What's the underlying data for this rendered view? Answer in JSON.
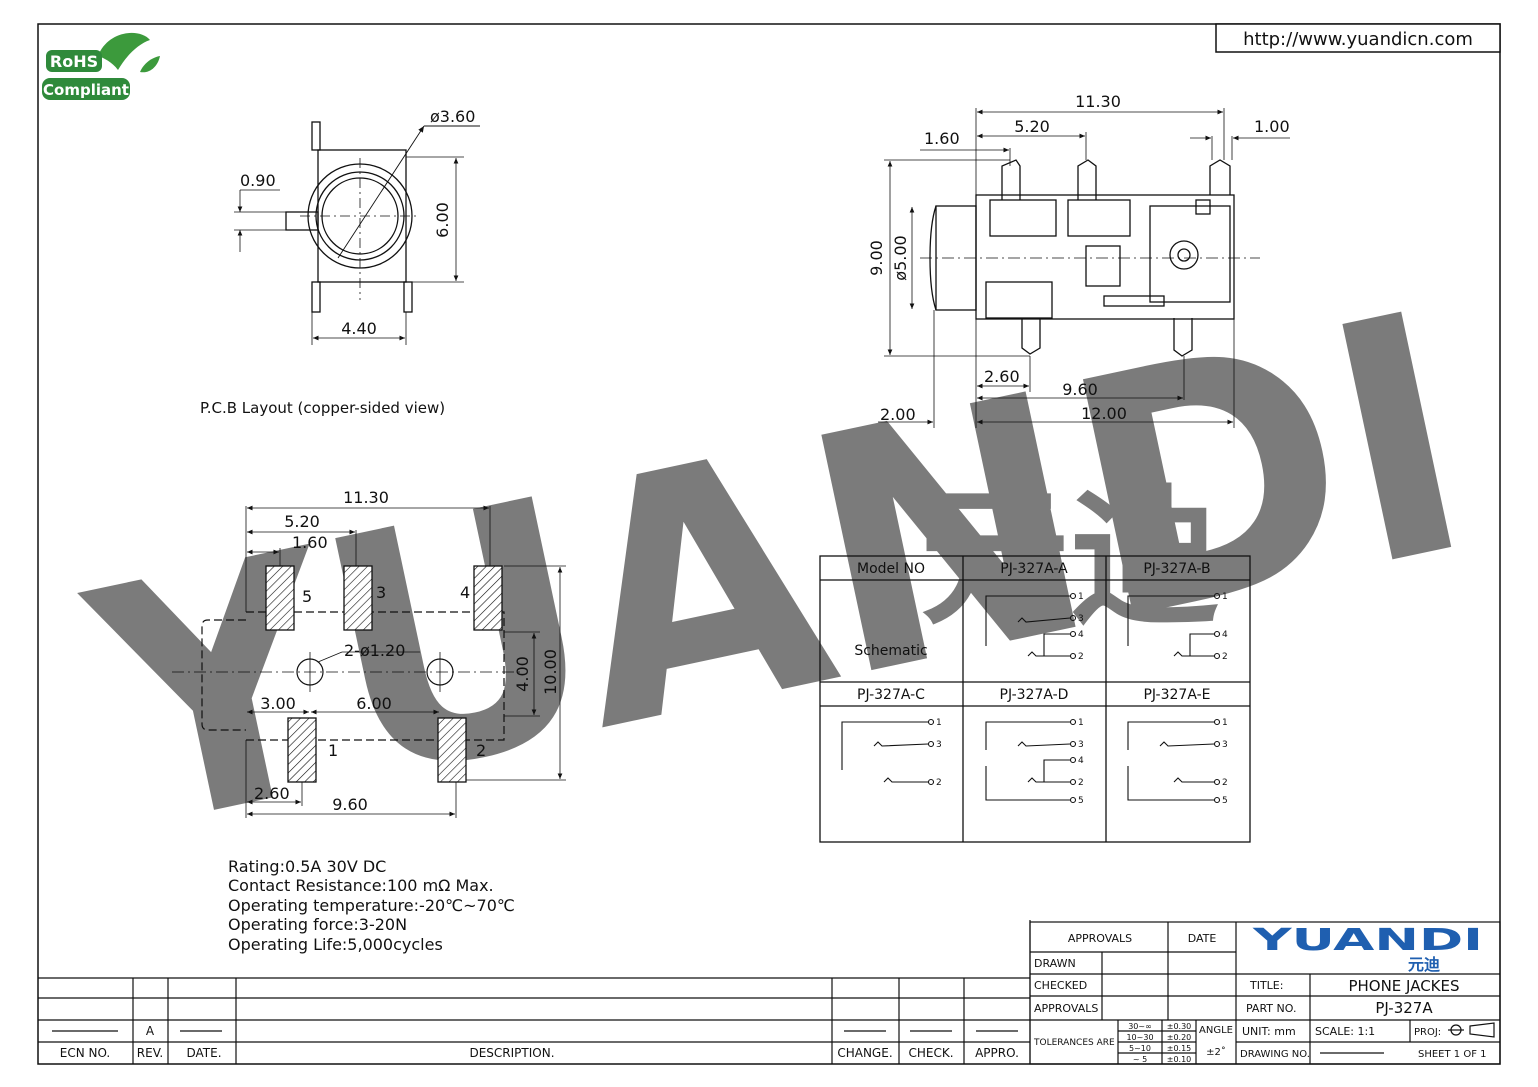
{
  "header": {
    "url": "http://www.yuandicn.com",
    "rohs_top": "RoHS",
    "rohs_bottom": "Compliant"
  },
  "watermark": {
    "text": "YUANDI",
    "cn": "元迪"
  },
  "front_view": {
    "dim_diameter": "ø3.60",
    "dim_pin": "0.90",
    "dim_height": "6.00",
    "dim_width": "4.40"
  },
  "side_view": {
    "dim_total": "11.30",
    "dim_5_20": "5.20",
    "dim_1_60": "1.60",
    "dim_1_00": "1.00",
    "dim_9_00": "9.00",
    "dim_5_00": "ø5.00",
    "dim_2_60": "2.60",
    "dim_9_60": "9.60",
    "dim_2_00": "2.00",
    "dim_12_00": "12.00"
  },
  "pcb": {
    "caption": "P.C.B Layout (copper-sided view)",
    "dim_11_30": "11.30",
    "dim_5_20": "5.20",
    "dim_1_60": "1.60",
    "dim_holes": "2-ø1.20",
    "dim_4_00": "4.00",
    "dim_10_00": "10.00",
    "dim_3_00": "3.00",
    "dim_6_00": "6.00",
    "dim_2_60": "2.60",
    "dim_9_60": "9.60",
    "pins": [
      "5",
      "3",
      "4",
      "1",
      "2"
    ]
  },
  "specs": [
    "Rating:0.5A 30V DC",
    "Contact Resistance:100 mΩ Max.",
    "Operating temperature:-20℃~70℃",
    "Operating force:3-20N",
    "Operating Life:5,000cycles"
  ],
  "model_table": {
    "header_model": "Model NO",
    "row_label": "Schematic",
    "models": [
      "PJ-327A-A",
      "PJ-327A-B",
      "PJ-327A-C",
      "PJ-327A-D",
      "PJ-327A-E"
    ],
    "pin_labels": [
      "1",
      "3",
      "4",
      "2",
      "5"
    ]
  },
  "revision_block": {
    "rev": "A",
    "headers": [
      "ECN NO.",
      "REV.",
      "DATE.",
      "DESCRIPTION.",
      "CHANGE.",
      "CHECK.",
      "APPRO."
    ]
  },
  "title_block": {
    "approvals": "APPROVALS",
    "date": "DATE",
    "drawn": "DRAWN",
    "checked": "CHECKED",
    "approvals2": "APPROVALS",
    "tolerances": "TOLERANCES ARE",
    "tol_ranges": [
      "30~∞",
      "10~30",
      "5~10",
      "~ 5"
    ],
    "tol_values": [
      "±0.30",
      "±0.20",
      "±0.15",
      "±0.10"
    ],
    "angle": "ANGLE",
    "angle_value": "±2˚",
    "logo": "YUANDI",
    "logo_cn": "元迪",
    "title_label": "TITLE:",
    "title_value": "PHONE JACKES",
    "part_label": "PART NO.",
    "part_value": "PJ-327A",
    "unit": "UNIT: mm",
    "scale": "SCALE: 1:1",
    "proj": "PROJ:",
    "drawing_no": "DRAWING NO.",
    "sheet": "SHEET 1 OF 1"
  },
  "colors": {
    "watermark": "#cfe0ec",
    "line": "#111111",
    "logo": "#1f5fb0"
  }
}
